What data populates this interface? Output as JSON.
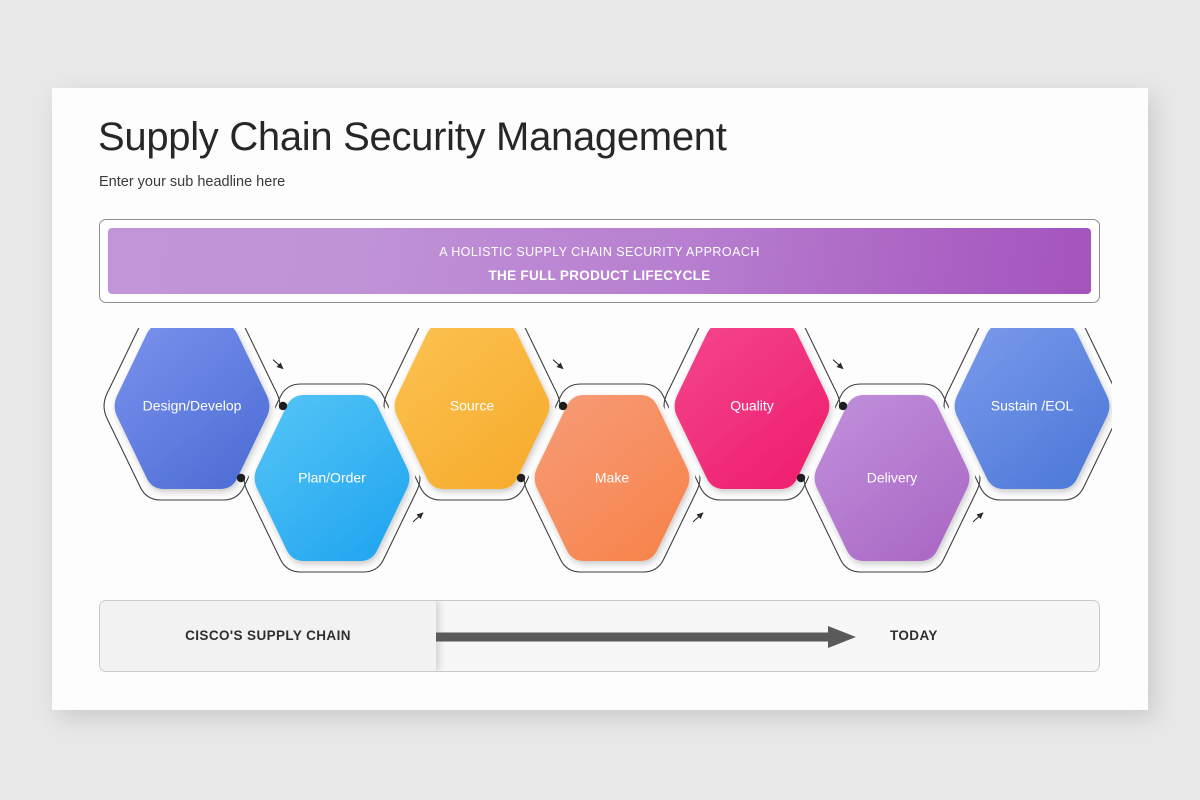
{
  "slide": {
    "title": "Supply Chain Security Management",
    "subtitle": "Enter your sub headline here"
  },
  "banner": {
    "line1": "A HOLISTIC SUPPLY CHAIN SECURITY APPROACH",
    "line2": "THE FULL PRODUCT LIFECYCLE",
    "gradient_from": "#c295d8",
    "gradient_to": "#a454bd"
  },
  "flow": {
    "steps": [
      {
        "label": "Design/Develop",
        "row": "top",
        "color_from": "#7b92ee",
        "color_to": "#4f6fd6"
      },
      {
        "label": "Plan/Order",
        "row": "bottom",
        "color_from": "#56c6f7",
        "color_to": "#23a6f0"
      },
      {
        "label": "Source",
        "row": "top",
        "color_from": "#fcc352",
        "color_to": "#f7ac2e"
      },
      {
        "label": "Make",
        "row": "bottom",
        "color_from": "#f79b78",
        "color_to": "#f7854d"
      },
      {
        "label": "Quality",
        "row": "top",
        "color_from": "#f4468c",
        "color_to": "#ef2070"
      },
      {
        "label": "Delivery",
        "row": "bottom",
        "color_from": "#c191dc",
        "color_to": "#ab69c6"
      },
      {
        "label": "Sustain /EOL",
        "row": "top",
        "color_from": "#7b9bec",
        "color_to": "#4f7ad9"
      }
    ],
    "outline_color": "#3f3f3f"
  },
  "timeline": {
    "left_label": "CISCO'S SUPPLY CHAIN",
    "right_label": "TODAY",
    "arrow_color": "#5a5a5a"
  }
}
